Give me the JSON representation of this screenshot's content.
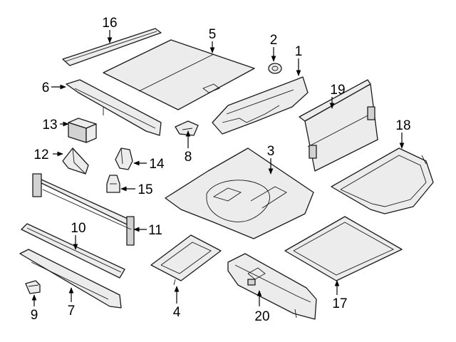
{
  "callouts": {
    "c1": "1",
    "c2": "2",
    "c3": "3",
    "c4": "4",
    "c5": "5",
    "c6": "6",
    "c7": "7",
    "c8": "8",
    "c9": "9",
    "c10": "10",
    "c11": "11",
    "c12": "12",
    "c13": "13",
    "c14": "14",
    "c15": "15",
    "c16": "16",
    "c17": "17",
    "c18": "18",
    "c19": "19",
    "c20": "20"
  },
  "colors": {
    "line": "#1a1a1a",
    "fill": "#ececec",
    "fill_dark": "#d2d2d2",
    "background": "#ffffff"
  }
}
